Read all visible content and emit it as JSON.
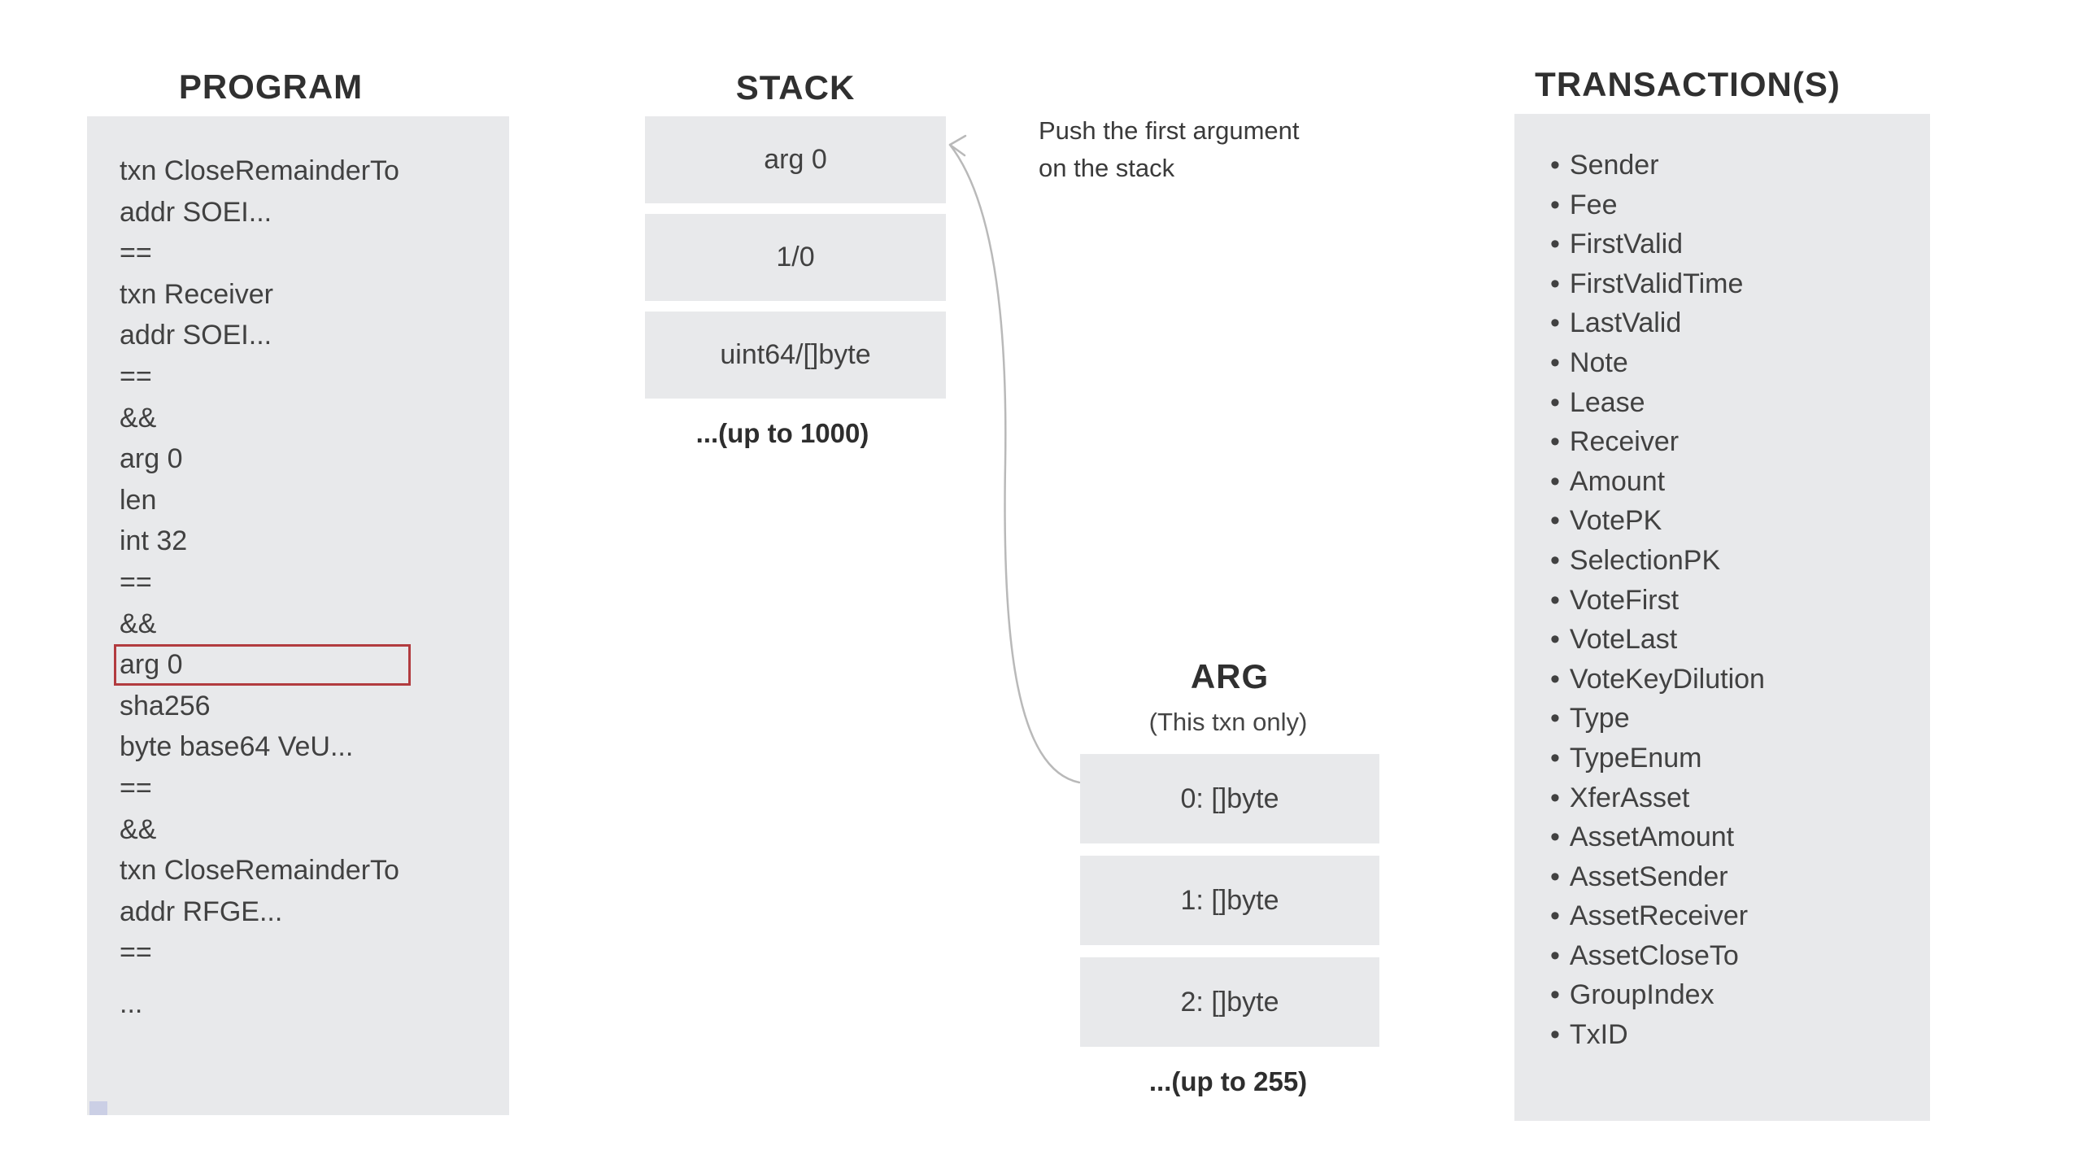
{
  "titles": {
    "program": "PROGRAM",
    "stack": "STACK",
    "transactions": "TRANSACTION(S)",
    "arg": "ARG",
    "arg_subtitle": "(This txn only)"
  },
  "program": {
    "lines": [
      "txn CloseRemainderTo",
      "addr SOEI...",
      "==",
      "txn Receiver",
      "addr SOEI...",
      "==",
      "&&",
      "arg 0",
      "len",
      "int 32",
      "==",
      "&&",
      "arg 0",
      "sha256",
      "byte base64 VeU...",
      "==",
      "&&",
      "txn CloseRemainderTo",
      "addr RFGE...",
      "==",
      "..."
    ],
    "highlight_index": 12
  },
  "stack": {
    "boxes": [
      "arg 0",
      "1/0",
      "uint64/[]byte"
    ],
    "note": "...(up to 1000)"
  },
  "annotation": {
    "line1": "Push the first argument",
    "line2": "on the stack"
  },
  "arg": {
    "boxes": [
      "0: []byte",
      "1: []byte",
      "2: []byte"
    ],
    "note": "...(up to 255)"
  },
  "transactions": {
    "items": [
      "Sender",
      "Fee",
      "FirstValid",
      "FirstValidTime",
      "LastValid",
      "Note",
      "Lease",
      "Receiver",
      "Amount",
      "VotePK",
      "SelectionPK",
      "VoteFirst",
      "VoteLast",
      "VoteKeyDilution",
      "Type",
      "TypeEnum",
      "XferAsset",
      "AssetAmount",
      "AssetSender",
      "AssetReceiver",
      "AssetCloseTo",
      "GroupIndex",
      "TxID"
    ]
  },
  "colors": {
    "background": "#ffffff",
    "panel": "#e8e9eb",
    "text": "#414141",
    "title": "#303030",
    "highlight_border": "#b23b3f",
    "arrow": "#b9b9b9"
  }
}
